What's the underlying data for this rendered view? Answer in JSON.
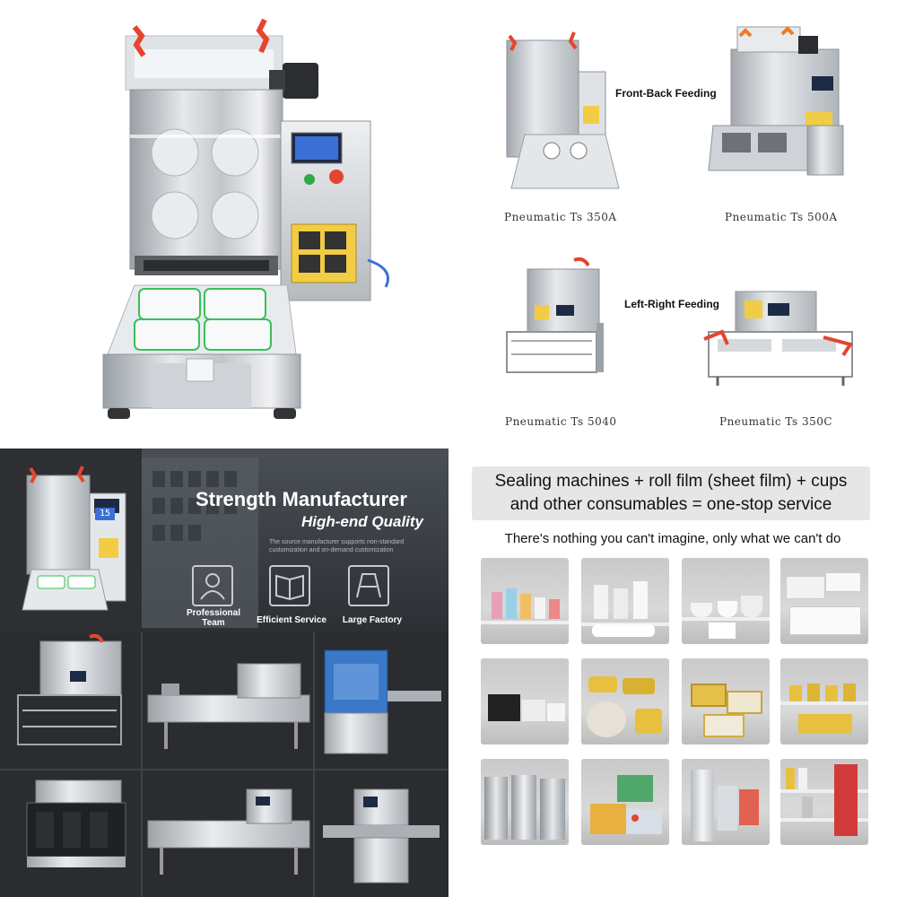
{
  "q2": {
    "front_back_label": "Front-Back Feeding",
    "left_right_label": "Left-Right Feeding",
    "models": [
      "Pneumatic Ts 350A",
      "Pneumatic Ts 500A",
      "Pneumatic Ts 5040",
      "Pneumatic Ts 350C"
    ]
  },
  "q3": {
    "title": "Strength Manufacturer",
    "subtitle": "High-end Quality",
    "description": "The source manufacturer supports non-standard customization and on-demand customization",
    "features": [
      "Professional Team",
      "Efficient Service",
      "Large Factory"
    ],
    "display_digits": "15"
  },
  "q4": {
    "banner_line1": "Sealing machines + roll film (sheet film) + cups",
    "banner_line2": "and other consumables = one-stop service",
    "tagline": "There's nothing you can't imagine, only what we can't do"
  },
  "colors": {
    "accent_red": "#e5452f",
    "panel_yellow": "#f2cc44",
    "screen_blue": "#3c6fd6",
    "tray_green": "#3cbf5a",
    "dark_bg": "#2a2c2f"
  }
}
